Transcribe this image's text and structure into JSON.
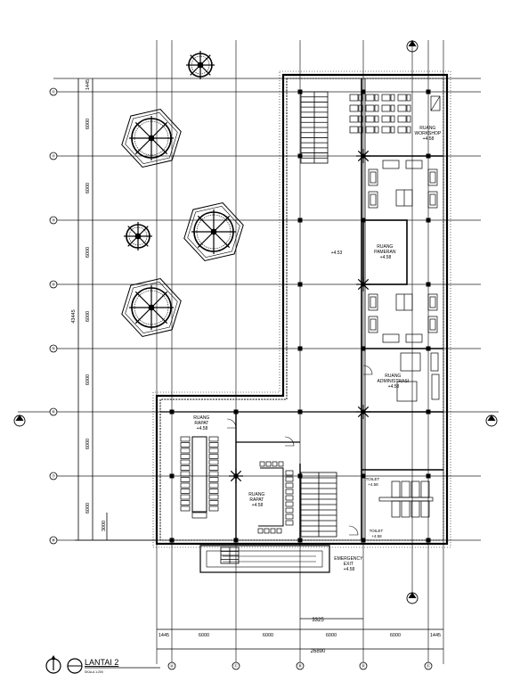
{
  "grid_rows": [
    "①",
    "②",
    "③",
    "④",
    "⑤",
    "⑥",
    "⑦",
    "⑧"
  ],
  "grid_cols": [
    "Ⓐ",
    "Ⓒ",
    "Ⓑ",
    "Ⓓ",
    "Ⓔ"
  ],
  "left_dims": [
    "1445",
    "6000",
    "6000",
    "6000",
    "6000",
    "6000",
    "6000",
    "6000"
  ],
  "left_total": "43445",
  "left_inner": "3000",
  "bottom_dims": [
    "1445",
    "6000",
    "6000",
    "6000",
    "6000",
    "1445"
  ],
  "bottom_total": "26890",
  "dim_3325": "3325",
  "rooms": {
    "workshop": [
      "RUANG",
      "WORKSHOP",
      "+4.58"
    ],
    "corridor": "+4.53",
    "pameran": [
      "RUANG",
      "PAMERAN",
      "+4.58"
    ],
    "admin": [
      "RUANG",
      "ADMINISTRASI",
      "+4.58"
    ],
    "rapat1": [
      "RUANG",
      "RAPAT",
      "+4.58"
    ],
    "rapat2": [
      "RUANG",
      "RAPAT",
      "+4.58"
    ],
    "toilet1": [
      "TOILET",
      "+4.58"
    ],
    "toilet2": [
      "TOILET",
      "+4.58"
    ],
    "emergency": [
      "EMERGENCY",
      "EXIT",
      "+4.58"
    ]
  },
  "title": "LANTAI 2",
  "scale": "SKALA 1:200"
}
